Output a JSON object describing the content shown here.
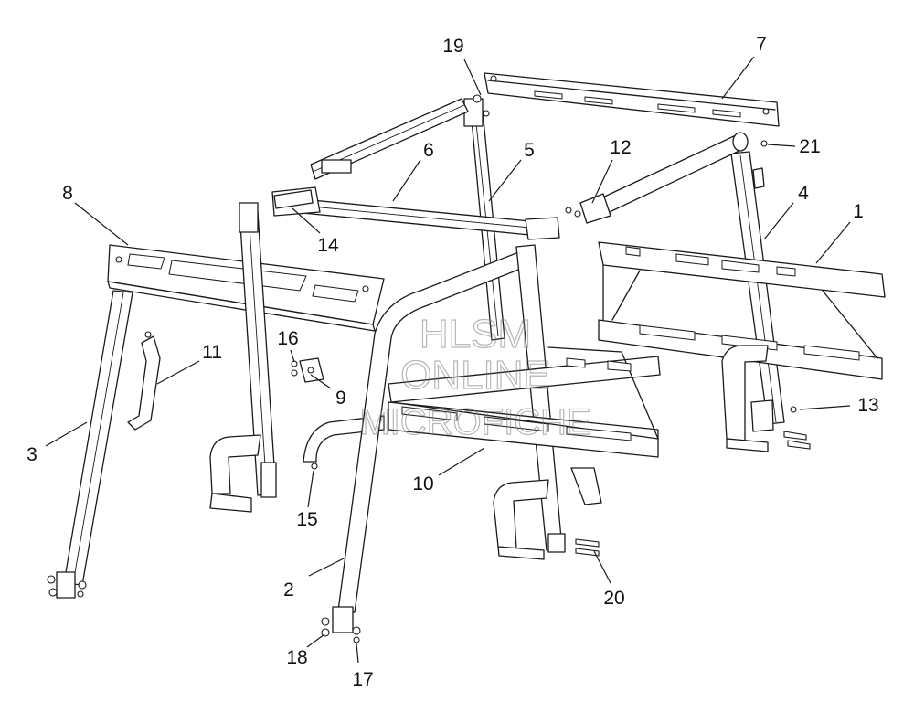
{
  "diagram": {
    "callouts": [
      {
        "id": "c1",
        "label": "1"
      },
      {
        "id": "c2",
        "label": "2"
      },
      {
        "id": "c3",
        "label": "3"
      },
      {
        "id": "c4",
        "label": "4"
      },
      {
        "id": "c5",
        "label": "5"
      },
      {
        "id": "c6",
        "label": "6"
      },
      {
        "id": "c7",
        "label": "7"
      },
      {
        "id": "c8",
        "label": "8"
      },
      {
        "id": "c9",
        "label": "9"
      },
      {
        "id": "c10",
        "label": "10"
      },
      {
        "id": "c11",
        "label": "11"
      },
      {
        "id": "c12",
        "label": "12"
      },
      {
        "id": "c13",
        "label": "13"
      },
      {
        "id": "c14",
        "label": "14"
      },
      {
        "id": "c15",
        "label": "15"
      },
      {
        "id": "c16",
        "label": "16"
      },
      {
        "id": "c17",
        "label": "17"
      },
      {
        "id": "c18",
        "label": "18"
      },
      {
        "id": "c19",
        "label": "19"
      },
      {
        "id": "c20",
        "label": "20"
      },
      {
        "id": "c21",
        "label": "21"
      }
    ],
    "watermark": {
      "line1": "HLSM",
      "line2": "ONLINE",
      "line3": "MICROFICHE"
    }
  }
}
